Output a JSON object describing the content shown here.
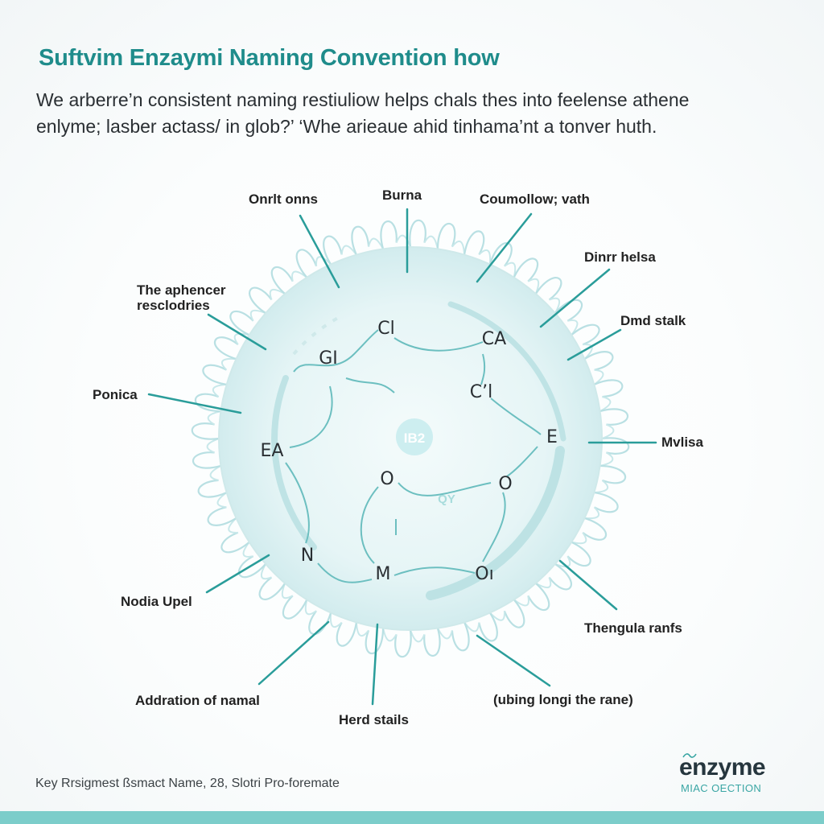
{
  "header": {
    "title": "Suftvim Enzaymi Naming Convention how",
    "intro_line1": "We arberre’n consistent naming restiuliow helps chals thes into feelense athene",
    "intro_line2": "enlyme; lasber actass/ in glob?’ ‘Whe arieaue ahid tinhama’nt a tonver huth."
  },
  "diagram": {
    "center_label": "IB2",
    "qy_label": "QY",
    "nodes": [
      "Cl",
      "GI",
      "CA",
      "C’l",
      "EA",
      "E",
      "O",
      "O",
      "N",
      "M",
      "Oı"
    ],
    "callouts": {
      "top_left": "Onrlt onns",
      "top_mid": "Burna",
      "top_right": "Coumollow; vath",
      "upper_right": "Dinrr helsa",
      "right_upper": "Dmd stalk",
      "left_upper_1": "The aphencer",
      "left_upper_2": "resclodries",
      "left_mid": "Ponica",
      "right_mid": "Mvlisa",
      "left_lower": "Nodia Upel",
      "right_lower": "Thengula ranfs",
      "bottom_left": "Addration of namal",
      "bottom_mid": "Herd stails",
      "bottom_right": "(ubing longi the rane)"
    }
  },
  "footer": {
    "note": "Key Rrsigmest ßsmact Name, 28, Slotri Pro-foremate",
    "logo_word": "enzyme",
    "logo_sub": "MIAC OECTION"
  },
  "colors": {
    "accent": "#1f8c8b",
    "membrane": "#bfe3e5",
    "line": "#2a9d9a",
    "bottom_bar": "#7ccdca"
  }
}
